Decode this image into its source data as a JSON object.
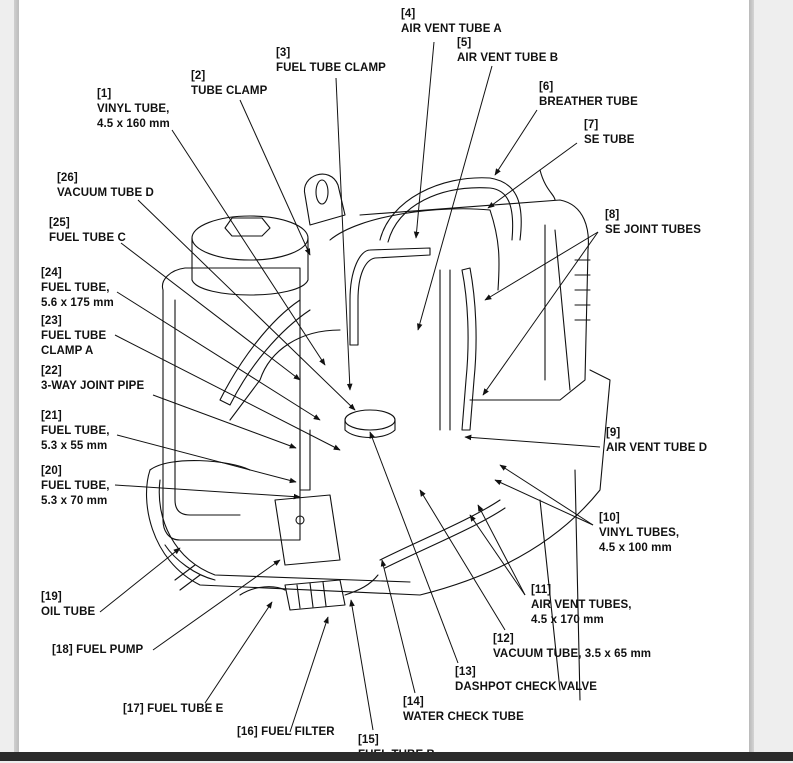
{
  "viewer": {
    "colors": {
      "page": "#ffffff",
      "gutter": "#eeeeee",
      "bottom_bar": "#2b2b2b",
      "ink": "#111111"
    }
  },
  "diagram": {
    "subject": "outboard engine tube routing",
    "callouts": [
      {
        "num": "[1]",
        "lines": [
          "VINYL TUBE,",
          "4.5 x 160 mm"
        ]
      },
      {
        "num": "[2]",
        "lines": [
          "TUBE CLAMP"
        ]
      },
      {
        "num": "[3]",
        "lines": [
          "FUEL TUBE CLAMP"
        ]
      },
      {
        "num": "[4]",
        "lines": [
          "AIR VENT TUBE A"
        ]
      },
      {
        "num": "[5]",
        "lines": [
          "AIR VENT TUBE B"
        ]
      },
      {
        "num": "[6]",
        "lines": [
          "BREATHER TUBE"
        ]
      },
      {
        "num": "[7]",
        "lines": [
          "SE TUBE"
        ]
      },
      {
        "num": "[8]",
        "lines": [
          "SE JOINT TUBES"
        ]
      },
      {
        "num": "[9]",
        "lines": [
          "AIR VENT TUBE D"
        ]
      },
      {
        "num": "[10]",
        "lines": [
          "VINYL TUBES,",
          "4.5 x 100 mm"
        ]
      },
      {
        "num": "[11]",
        "lines": [
          "AIR VENT TUBES,",
          "4.5 x 170 mm"
        ]
      },
      {
        "num": "[12]",
        "lines": [
          "VACUUM TUBE, 3.5 x 65 mm"
        ]
      },
      {
        "num": "[13]",
        "lines": [
          "DASHPOT CHECK VALVE"
        ]
      },
      {
        "num": "[14]",
        "lines": [
          "WATER CHECK TUBE"
        ]
      },
      {
        "num": "[15]",
        "lines": [
          "FUEL TUBE B"
        ]
      },
      {
        "num": "[16]",
        "lines": [
          "FUEL FILTER"
        ]
      },
      {
        "num": "[17]",
        "lines": [
          "FUEL TUBE E"
        ]
      },
      {
        "num": "[18]",
        "lines": [
          "FUEL PUMP"
        ]
      },
      {
        "num": "[19]",
        "lines": [
          "OIL TUBE"
        ]
      },
      {
        "num": "[20]",
        "lines": [
          "FUEL TUBE,",
          "5.3 x 70 mm"
        ]
      },
      {
        "num": "[21]",
        "lines": [
          "FUEL TUBE,",
          "5.3 x 55 mm"
        ]
      },
      {
        "num": "[22]",
        "lines": [
          "3-WAY JOINT PIPE"
        ]
      },
      {
        "num": "[23]",
        "lines": [
          "FUEL TUBE",
          "CLAMP A"
        ]
      },
      {
        "num": "[24]",
        "lines": [
          "FUEL TUBE,",
          "5.6 x 175 mm"
        ]
      },
      {
        "num": "[25]",
        "lines": [
          "FUEL TUBE C"
        ]
      },
      {
        "num": "[26]",
        "lines": [
          "VACUUM TUBE D"
        ]
      }
    ]
  }
}
